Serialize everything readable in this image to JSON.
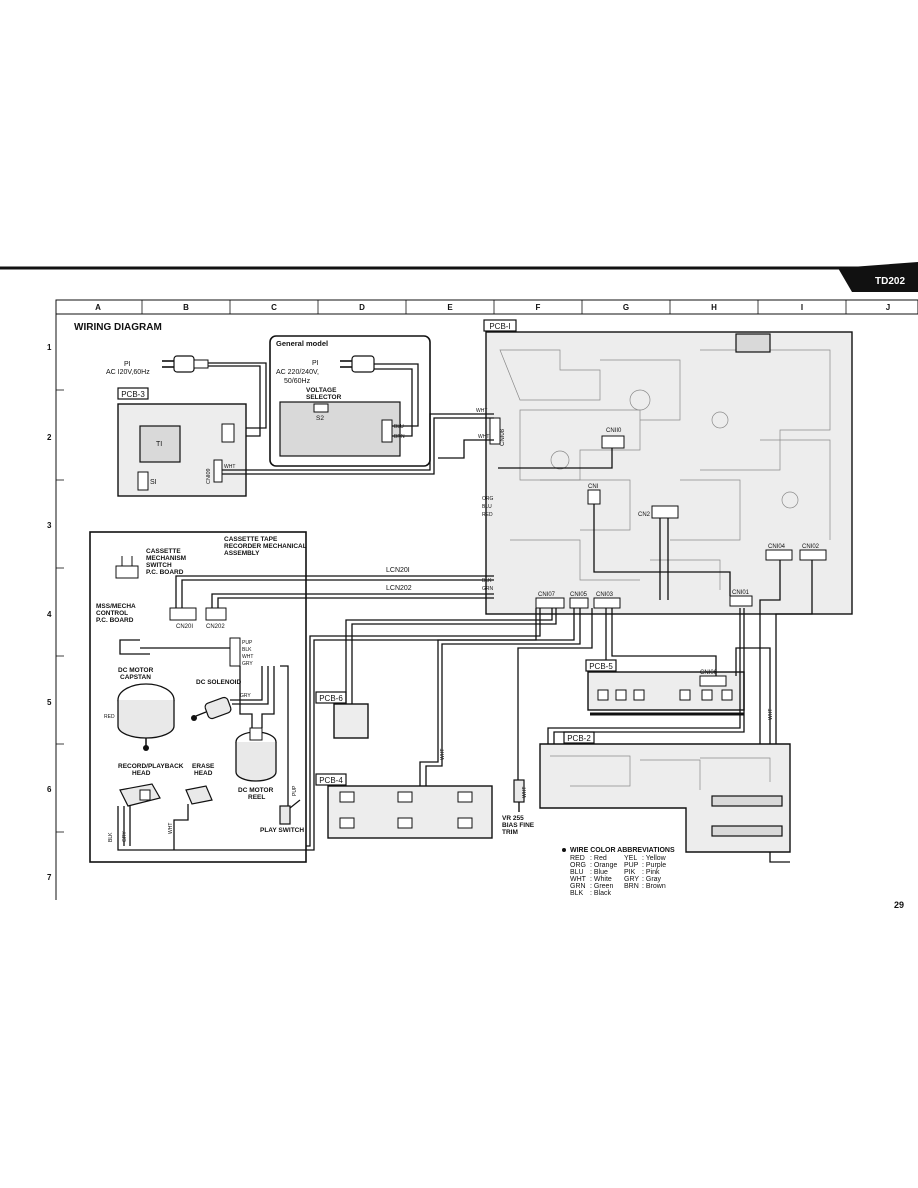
{
  "header": {
    "model": "TD202",
    "page_number": "29"
  },
  "grid": {
    "columns": [
      "A",
      "B",
      "C",
      "D",
      "E",
      "F",
      "G",
      "H",
      "I",
      "J"
    ],
    "rows": [
      "1",
      "2",
      "3",
      "4",
      "5",
      "6",
      "7"
    ]
  },
  "title": "WIRING DIAGRAM",
  "boards": {
    "pcb1": "PCB-I",
    "pcb2": "PCB-2",
    "pcb3": "PCB-3",
    "pcb4": "PCB-4",
    "pcb5": "PCB-5",
    "pcb6": "PCB-6"
  },
  "power": {
    "plug_p1": "PI",
    "plug_spec": "AC I20V,60Hz",
    "general_model_title": "General model",
    "gm_plug": "PI",
    "gm_spec_1": "AC 220/240V,",
    "gm_spec_2": "50/60Hz",
    "voltage_selector_1": "VOLTAGE",
    "voltage_selector_2": "SELECTOR",
    "s2": "S2",
    "t1": "TI",
    "s1": "SI",
    "cn109": "CNI09"
  },
  "mechanism": {
    "assembly_1": "CASSETTE TAPE",
    "assembly_2": "RECORDER MECHANICAL",
    "assembly_3": "ASSEMBLY",
    "switch_board_1": "CASSETTE",
    "switch_board_2": "MECHANISM",
    "switch_board_3": "SWITCH",
    "switch_board_4": "P.C. BOARD",
    "mss_1": "MSS/MECHA",
    "mss_2": "CONTROL",
    "mss_3": "P.C. BOARD",
    "cn201": "CN20I",
    "cn202": "CN202",
    "lcn201": "LCN20I",
    "lcn202": "LCN202",
    "capstan_1": "DC MOTOR",
    "capstan_2": "CAPSTAN",
    "solenoid": "DC SOLENOID",
    "reel_1": "DC MOTOR",
    "reel_2": "REEL",
    "rp_head_1": "RECORD/PLAYBACK",
    "rp_head_2": "HEAD",
    "erase_head_1": "ERASE",
    "erase_head_2": "HEAD",
    "play_switch": "PLAY SWITCH"
  },
  "connectors": {
    "cn110": "CNII0",
    "cn1": "CNI",
    "cn2": "CN2",
    "cn104": "CNI04",
    "cn102": "CNI02",
    "cn101": "CNI01",
    "cn107": "CNI07",
    "cn105": "CNI05",
    "cn103": "CNI03",
    "cn106": "CNI06",
    "cn108": "CNI08"
  },
  "wire_tags": {
    "wht": "WHT",
    "blu": "BLU",
    "brn": "BRN",
    "red": "RED",
    "gry": "GRY",
    "pup": "PUP",
    "blk": "BLK",
    "org": "ORG",
    "grn": "GRN"
  },
  "trim": {
    "line1": "VR 255",
    "line2": "BIAS FINE",
    "line3": "TRIM"
  },
  "legend": {
    "title": "WIRE COLOR ABBREVIATIONS",
    "rows": [
      {
        "a_code": "RED",
        "a_name": ": Red",
        "b_code": "YEL",
        "b_name": ": Yellow"
      },
      {
        "a_code": "ORG",
        "a_name": ": Orange",
        "b_code": "PUP",
        "b_name": ": Purple"
      },
      {
        "a_code": "BLU",
        "a_name": ": Blue",
        "b_code": "PIK",
        "b_name": ": Pink"
      },
      {
        "a_code": "WHT",
        "a_name": ": White",
        "b_code": "GRY",
        "b_name": ": Gray"
      },
      {
        "a_code": "GRN",
        "a_name": ": Green",
        "b_code": "BRN",
        "b_name": ": Brown"
      },
      {
        "a_code": "BLK",
        "a_name": ": Black",
        "b_code": "",
        "b_name": ""
      }
    ]
  }
}
